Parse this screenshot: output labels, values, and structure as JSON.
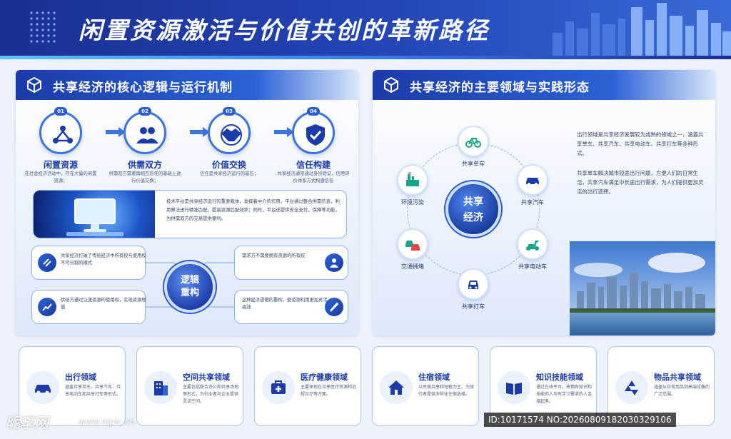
{
  "title": "闲置资源激活与价值共创的革新路径",
  "left_panel": {
    "title": "共享经济的核心逻辑与运行机制",
    "steps": [
      {
        "num": "01",
        "name": "闲置资源",
        "desc": "在社会经济活动中，存在大量的闲置资源；"
      },
      {
        "num": "02",
        "name": "供需双方",
        "desc": "供需双方需要再相互信任的基础上进行价值交换；"
      },
      {
        "num": "03",
        "name": "价值交换",
        "desc": "信任是共享经济运行的基石；"
      },
      {
        "num": "04",
        "name": "信任构建",
        "desc": "共享经济通常通过身份验证，信用评价体系方式构建信任"
      }
    ],
    "tech_text": "技术平台是共享经济运行的重要载体，发挥着中介的作用。平台通过整合供需信息，利用算法进行精准匹配，提高资源匹配效率；同时，平台还提供安全支付，保障等功能，为供需双方的交易提供便利。",
    "logic_center": [
      "逻辑",
      "重构"
    ],
    "logic_items": [
      {
        "text": "共享经济打破了传统经济中所有权与使用权不可分割的模式"
      },
      {
        "text": "需求方不需要拥有资源的所有权"
      },
      {
        "text": "供给方通过让渡资源的使用权，实现资源增值"
      },
      {
        "text": "这种经济逻辑的重构，使资源利用更加灵活高效"
      }
    ]
  },
  "right_panel": {
    "title": "共享经济的主要领域与实践形态",
    "center": [
      "共享",
      "经济"
    ],
    "nodes": [
      "共享单车",
      "共享汽车",
      "共享电动车",
      "共享打车",
      "交通拥堵",
      "环境污染"
    ],
    "text1": "出行领域是共享经济发展较为成熟的领域之一，涵盖共享单车、共享汽车、共享电动车、共享打车等多种形式。",
    "text2": "共享单车解决城市短途出行问题，方便人们的日常生活，共享汽车满足中长途出行需求，为人们提供更加灵活的出行选择。"
  },
  "cards": [
    {
      "title": "出行领域",
      "desc": "涵盖共享单车、共享汽车、共享电动车和共享打车等形式。",
      "icon": "car-icon"
    },
    {
      "title": "空间共享领域",
      "desc": "主要包括联合办公和共享场地等形式，为创业者与企业提供灵活空间。",
      "icon": "building-icon"
    },
    {
      "title": "医疗健康领域",
      "desc": "主要体现在共享医疗资源和远程诊疗等方面。",
      "icon": "medical-icon"
    },
    {
      "title": "住宿领域",
      "desc": "以民宿共享和短租为主，为旅行者提供多样化住宿选择。",
      "icon": "home-icon"
    },
    {
      "title": "知识技能领域",
      "desc": "通过在线平台，将拥有知识和技能的人与有学习需求的人连接起来。",
      "icon": "book-icon"
    },
    {
      "title": "物品共享领域",
      "desc": "涵盖从日常用品到高端设备的广泛范围。",
      "icon": "recycle-icon"
    }
  ],
  "watermark": {
    "logo": "昵享网",
    "url": "www.nipic.cn",
    "id": "ID:10171574 NO:20260809182030329106"
  },
  "colors": {
    "primary": "#1b3ba8",
    "accent": "#2b63d6",
    "light": "#cfe0fb"
  }
}
